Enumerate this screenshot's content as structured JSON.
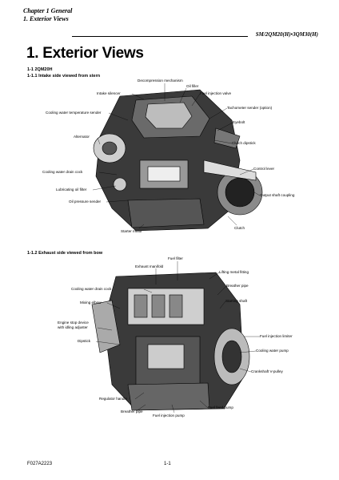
{
  "header": {
    "chapter": "Chapter 1 General",
    "section": "1. Exterior Views",
    "model": "SM/2QM20(H)•3QM30(H)"
  },
  "title": "1. Exterior Views",
  "subsection": "1-1 2QM20H",
  "figure1": {
    "caption": "1-1.1 Intake side viewed from stern",
    "labels": {
      "decompression": "Decompression mechanism",
      "oil_filler": "Oil filler",
      "intake_silencer": "Intake silencer",
      "fuel_injection_valve": "Fuel injection valve",
      "tachometer": "Tachometer sender (option)",
      "cooling_temp_sender": "Cooling water temperature sender",
      "eyebolt": "Eyebolt",
      "alternator": "Alternator",
      "clutch_dipstick": "Clutch dipstick",
      "control_lever": "Control lever",
      "drain_cock": "Cooling water drain cock",
      "lube_filter": "Lubricating oil filter",
      "output_shaft": "Output shaft coupling",
      "oil_pressure_sender": "Oil pressure sender",
      "starter_motor": "Starter motor",
      "clutch": "Clutch"
    }
  },
  "figure2": {
    "caption": "1-1.2 Exhaust side viewed from bow",
    "labels": {
      "fuel_filter": "Fuel filter",
      "exhaust_manifold": "Exhaust manifold",
      "lifting_fitting": "Lifting metal fitting",
      "breather_pipe_top": "Breather pipe",
      "drain_cock": "Cooling water drain cock",
      "starting_shaft": "Starting shaft",
      "mixing_elbow": "Mixing elbow",
      "stop_device_1": "Engine stop device",
      "stop_device_2": "with idling adjuster",
      "injection_limiter": "Fuel injection limiter",
      "dipstick": "Dipstick",
      "water_pump": "Cooling water pump",
      "crankshaft_pulley": "Crankshaft V-pulley",
      "regulator_handle": "Regulator handle",
      "breather_pipe_bottom": "Breather pipe",
      "fuel_feed_pump": "Fuel feed pump",
      "fuel_injection_pump": "Fuel injection pump"
    }
  },
  "footer": {
    "code": "F027A2223",
    "page": "1-1"
  }
}
